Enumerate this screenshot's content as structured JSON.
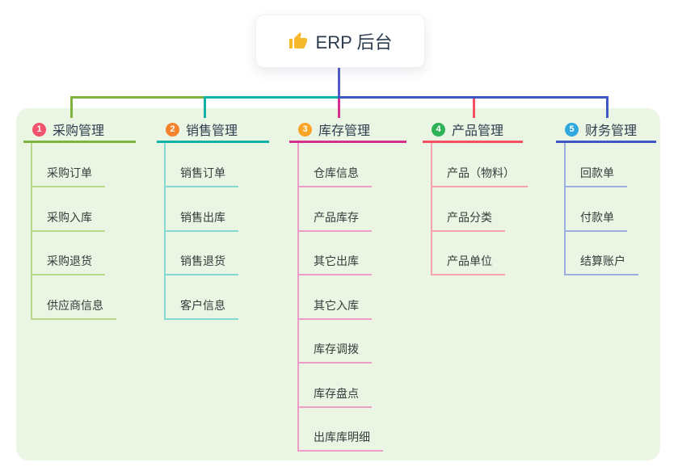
{
  "root": {
    "title": "ERP 后台",
    "icon": "thumbs-up-icon"
  },
  "colors": {
    "canvas_bg": "#ffffff",
    "panel_bg": "#eaf5e3",
    "root_connector": "#525ac6",
    "root_text": "#2c3b4e",
    "header_text": "#2e3d4f",
    "child_text": "#363c3b",
    "root_icon": "#f7b92c"
  },
  "branches": [
    {
      "badge": "1",
      "label": "采购管理",
      "badge_color": "#f2536d",
      "line_color": "#7eb43d",
      "child_line_color": "#b9da8e",
      "children": [
        "采购订单",
        "采购入库",
        "采购退货",
        "供应商信息"
      ]
    },
    {
      "badge": "2",
      "label": "销售管理",
      "badge_color": "#f6822b",
      "line_color": "#10b3a6",
      "child_line_color": "#86d7cf",
      "children": [
        "销售订单",
        "销售出库",
        "销售退货",
        "客户信息"
      ]
    },
    {
      "badge": "3",
      "label": "库存管理",
      "badge_color": "#f9a426",
      "line_color": "#d6308f",
      "child_line_color": "#f09cc9",
      "children": [
        "仓库信息",
        "产品库存",
        "其它出库",
        "其它入库",
        "库存调拨",
        "库存盘点",
        "出库库明细"
      ]
    },
    {
      "badge": "4",
      "label": "产品管理",
      "badge_color": "#2fb156",
      "line_color": "#f44f63",
      "child_line_color": "#f8a2ad",
      "children": [
        "产品（物料）",
        "产品分类",
        "产品单位"
      ]
    },
    {
      "badge": "5",
      "label": "财务管理",
      "badge_color": "#2fa7df",
      "line_color": "#3f57c2",
      "child_line_color": "#9cadde",
      "children": [
        "回款单",
        "付款单",
        "结算账户"
      ]
    }
  ]
}
